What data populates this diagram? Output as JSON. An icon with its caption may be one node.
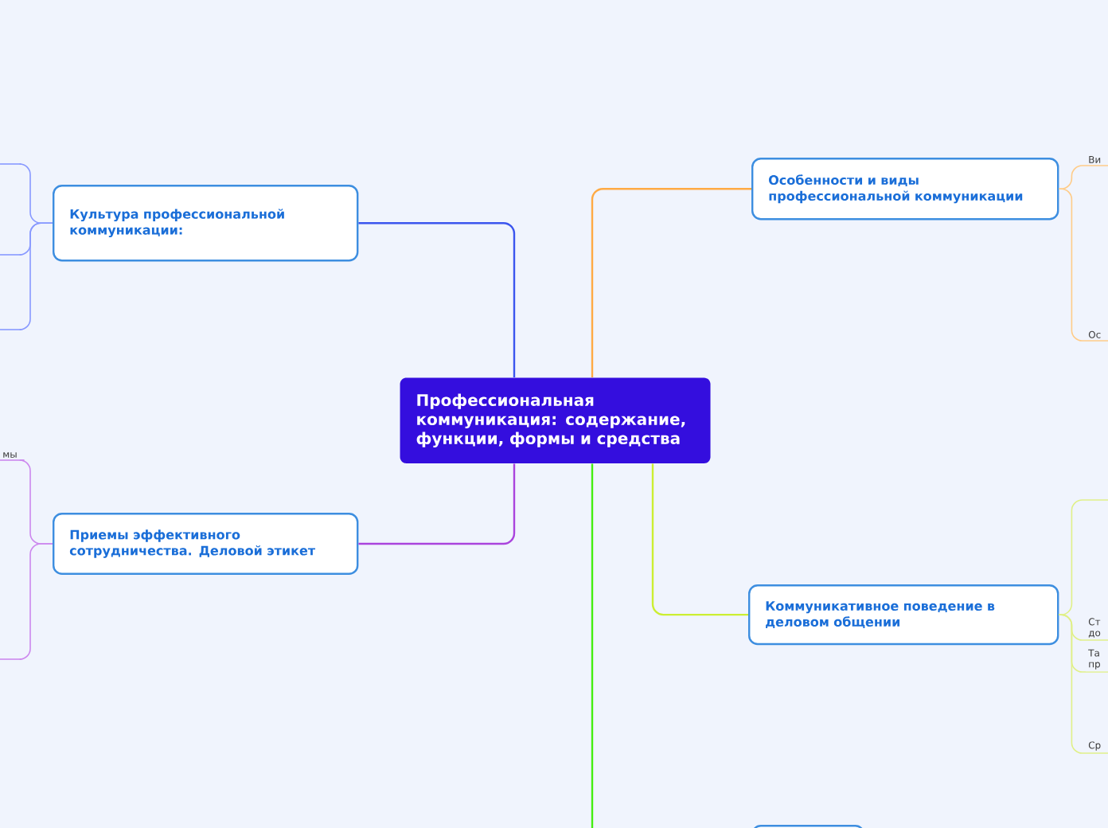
{
  "diagram": {
    "nodes": [
      {
        "text": [
          "Профессиональная коммуникация: содержание, функции, формы и средства"
        ]
      },
      {
        "text": [
          "Культура профессиональной коммуникации:"
        ]
      },
      {
        "text": [
          "Особенности и виды профессиональной коммуникации"
        ]
      },
      {
        "text": [
          "Приемы эффективного сотрудничества. Деловой этикет"
        ]
      },
      {
        "text": [
          "Коммуникативное поведение в деловом общении"
        ]
      },
      {
        "text": [],
        "shape": "box"
      },
      {
        "text": [],
        "shape": "line"
      },
      {
        "text": [],
        "shape": "line"
      },
      {
        "text": [],
        "shape": "line"
      },
      {
        "text": [
          "мы"
        ]
      },
      {
        "text": [],
        "shape": "line"
      },
      {
        "text": [
          "Ви"
        ]
      },
      {
        "text": [
          "Ос"
        ]
      },
      {
        "text": [],
        "shape": "line"
      },
      {
        "text": [
          "Ст до"
        ]
      },
      {
        "text": [
          "Та пр"
        ]
      },
      {
        "text": [
          "Ср"
        ]
      }
    ],
    "edges": [
      {
        "from": 0,
        "to": 1,
        "arrow": "none",
        "color": "#3b55ee"
      },
      {
        "from": 0,
        "to": 2,
        "arrow": "none",
        "color": "#ffaa44"
      },
      {
        "from": 0,
        "to": 3,
        "arrow": "none",
        "color": "#aa44dd"
      },
      {
        "from": 0,
        "to": 4,
        "arrow": "none",
        "color": "#ccee33"
      },
      {
        "from": 0,
        "to": 5,
        "arrow": "none",
        "color": "#44ee11"
      },
      {
        "from": 1,
        "to": 6,
        "arrow": "none",
        "color": "#8899ff"
      },
      {
        "from": 1,
        "to": 7,
        "arrow": "none",
        "color": "#8899ff"
      },
      {
        "from": 1,
        "to": 8,
        "arrow": "none",
        "color": "#8899ff"
      },
      {
        "from": 3,
        "to": 9,
        "arrow": "none",
        "color": "#cc88ee"
      },
      {
        "from": 3,
        "to": 10,
        "arrow": "none",
        "color": "#cc88ee"
      },
      {
        "from": 2,
        "to": 11,
        "arrow": "none",
        "color": "#ffcc88"
      },
      {
        "from": 2,
        "to": 12,
        "arrow": "none",
        "color": "#ffcc88"
      },
      {
        "from": 4,
        "to": 13,
        "arrow": "none",
        "color": "#e0f088"
      },
      {
        "from": 4,
        "to": 14,
        "arrow": "none",
        "color": "#e0f088"
      },
      {
        "from": 4,
        "to": 15,
        "arrow": "none",
        "color": "#e0f088"
      },
      {
        "from": 4,
        "to": 16,
        "arrow": "none",
        "color": "#e0f088"
      }
    ]
  }
}
